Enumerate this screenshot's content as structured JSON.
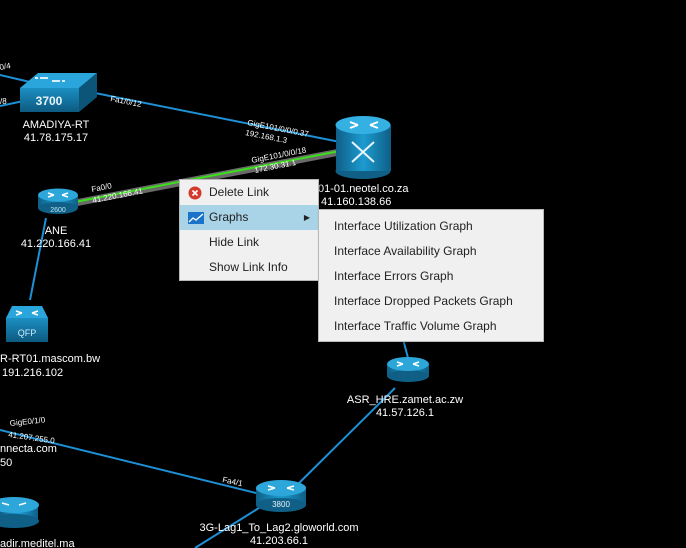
{
  "nodes": {
    "amadiya": {
      "name": "AMADIYA-RT",
      "ip": "41.78.175.17",
      "model": "3700"
    },
    "neotel": {
      "name": "01-01.neotel.co.za",
      "ip": "41.160.138.66"
    },
    "ane": {
      "name": "ANE",
      "ip": "41.220.166.41",
      "model": "2600"
    },
    "mascom": {
      "name": "R-RT01.mascom.bw",
      "ip": "191.216.102",
      "model": "QFP"
    },
    "zamet": {
      "name": "ASR_HRE.zamet.ac.zw",
      "ip": "41.57.126.1"
    },
    "gloworld": {
      "name": "3G-Lag1_To_Lag2.gloworld.com",
      "ip": "41.203.66.1",
      "model": "3800"
    },
    "nnecta": {
      "name": "nnecta.com",
      "ip": "50"
    },
    "meditel": {
      "name": "adir.meditel.ma"
    }
  },
  "links": {
    "l1": "0/4",
    "l2": "/8",
    "l3": "Fa1/0/12",
    "l4a": "GigE101/0/0/0.37",
    "l4b": "192.168.1.3",
    "l5a": "GigE101/0/0/18",
    "l5b": "172.30.31.1",
    "l6a": "Fa0/0",
    "l6b": "41.220.166.41",
    "l7a": "GigE0/1/0",
    "l7b": "41.207.255.0",
    "l8": "Fa4/1"
  },
  "context_menu": {
    "items": [
      {
        "label": "Delete Link",
        "icon": "delete-icon"
      },
      {
        "label": "Graphs",
        "icon": "graph-icon",
        "submenu": true,
        "active": true
      },
      {
        "label": "Hide Link"
      },
      {
        "label": "Show Link Info"
      }
    ]
  },
  "graphs_submenu": {
    "items": [
      "Interface Utilization Graph",
      "Interface Availability Graph",
      "Interface Errors Graph",
      "Interface Dropped Packets Graph",
      "Interface Traffic Volume Graph"
    ]
  },
  "colors": {
    "background": "#000000",
    "link": "#1e90d6",
    "selected_link": "#3adf1a",
    "device_blue": "#1a8fc4",
    "menu_bg": "#f0f0f0",
    "menu_highlight": "#a9d3e7"
  }
}
